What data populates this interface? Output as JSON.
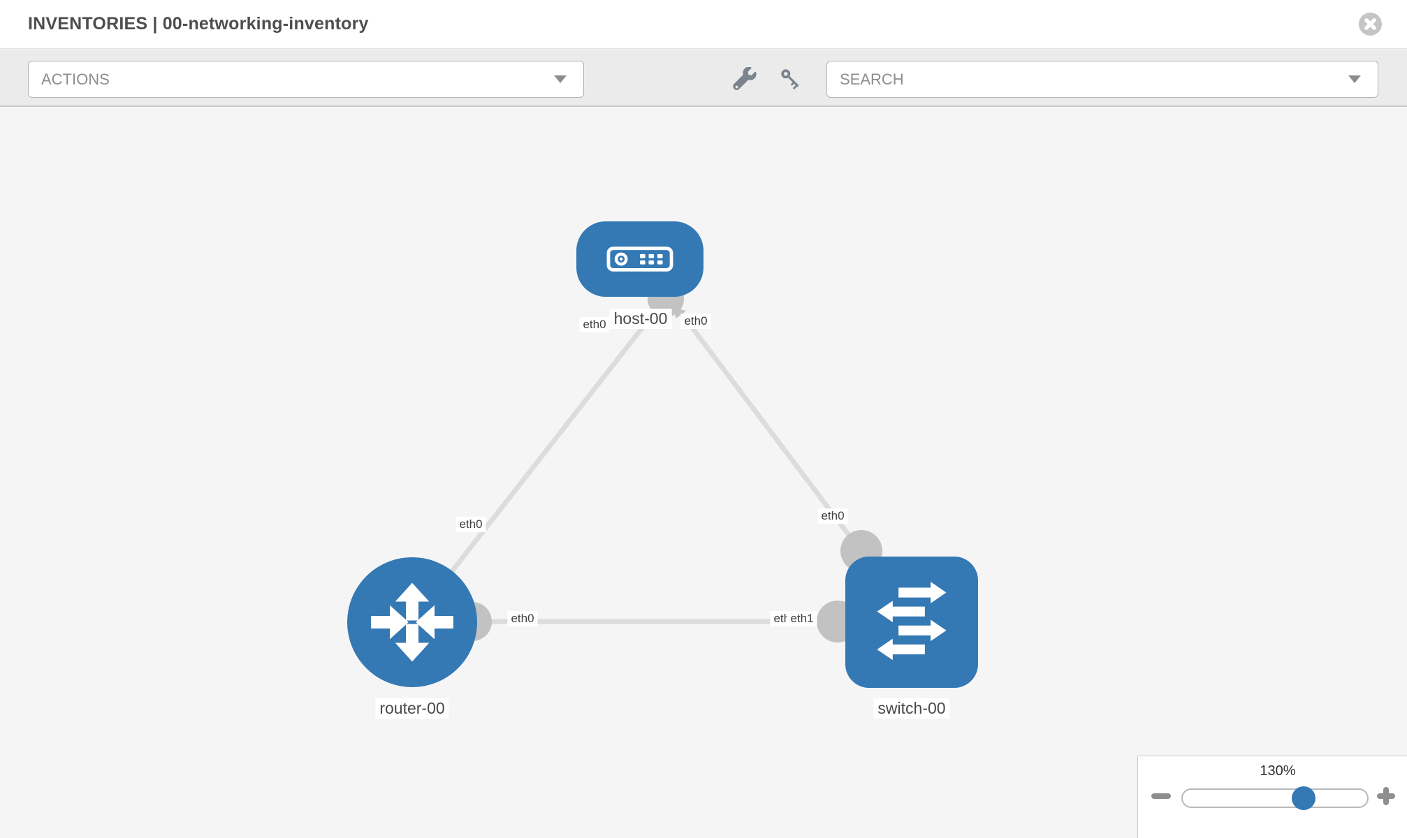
{
  "header": {
    "title": "INVENTORIES | 00-networking-inventory"
  },
  "toolbar": {
    "actions_dropdown": {
      "value": "ACTIONS"
    },
    "search_dropdown": {
      "placeholder": "SEARCH"
    },
    "icon_buttons": [
      "wrench-icon",
      "key-icon"
    ]
  },
  "topology": {
    "nodes": [
      {
        "label": "host-00",
        "type": "host"
      },
      {
        "label": "router-00",
        "type": "router"
      },
      {
        "label": "switch-00",
        "type": "switch"
      }
    ],
    "links": [
      {
        "source": "host-00",
        "source_interface": "eth0",
        "target": "router-00",
        "target_interface": "eth0"
      },
      {
        "source": "host-00",
        "source_interface": "eth0",
        "target": "switch-00",
        "target_interface": "eth0"
      },
      {
        "source": "router-00",
        "source_interface": "eth0",
        "target": "switch-00",
        "target_interface": "eth1"
      }
    ]
  },
  "zoom_control": {
    "level": "130%"
  },
  "colors": {
    "node_fill": "#3478b4",
    "edge": "#dcdcdc",
    "port": "#c2c2c2",
    "accent": "#3478b4",
    "toolbar_bg": "#ebebeb",
    "canvas_bg": "#f5f5f5"
  }
}
